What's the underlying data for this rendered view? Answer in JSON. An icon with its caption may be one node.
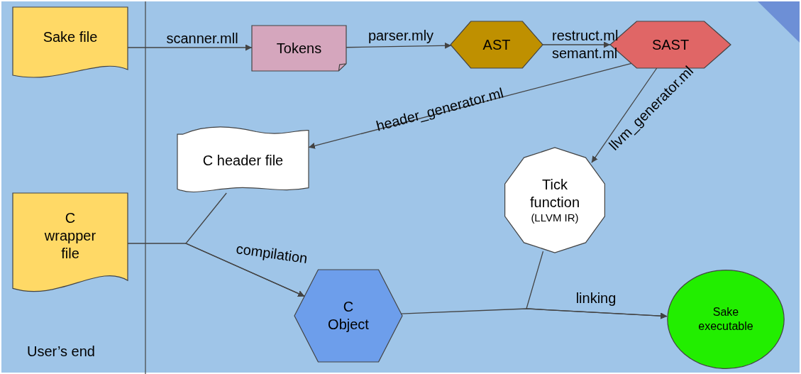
{
  "diagram": {
    "nodes": [
      {
        "text": [
          "Sake file"
        ]
      },
      {
        "text": [
          "Tokens"
        ]
      },
      {
        "text": [
          "AST"
        ]
      },
      {
        "text": [
          "SAST"
        ]
      },
      {
        "text": [
          "C header file"
        ]
      },
      {
        "text": [
          "Tick function",
          "(LLVM IR)"
        ]
      },
      {
        "text": [
          "C wrapper file"
        ]
      },
      {
        "text": [
          "C Object"
        ]
      },
      {
        "text": [
          "Sake executable"
        ]
      }
    ],
    "edges": [
      {
        "from": 0,
        "to": 1,
        "arrow": "to",
        "label": "scanner.mll"
      },
      {
        "from": 1,
        "to": 2,
        "arrow": "to",
        "label": "parser.mly"
      },
      {
        "from": 2,
        "to": 3,
        "arrow": "to",
        "label": "restruct.ml semant.ml"
      },
      {
        "from": 3,
        "to": 4,
        "arrow": "to",
        "label": "header_generator.ml"
      },
      {
        "from": 3,
        "to": 5,
        "arrow": "to",
        "label": "llvm_generator.ml"
      },
      {
        "from": 4,
        "to": 7,
        "arrow": "to",
        "label": "compilation"
      },
      {
        "from": 6,
        "to": 7,
        "arrow": "to"
      },
      {
        "from": 5,
        "to": 8,
        "arrow": "to",
        "label": "linking"
      },
      {
        "from": 7,
        "to": 8,
        "arrow": "to"
      }
    ],
    "labels": [
      "User’s end"
    ]
  }
}
